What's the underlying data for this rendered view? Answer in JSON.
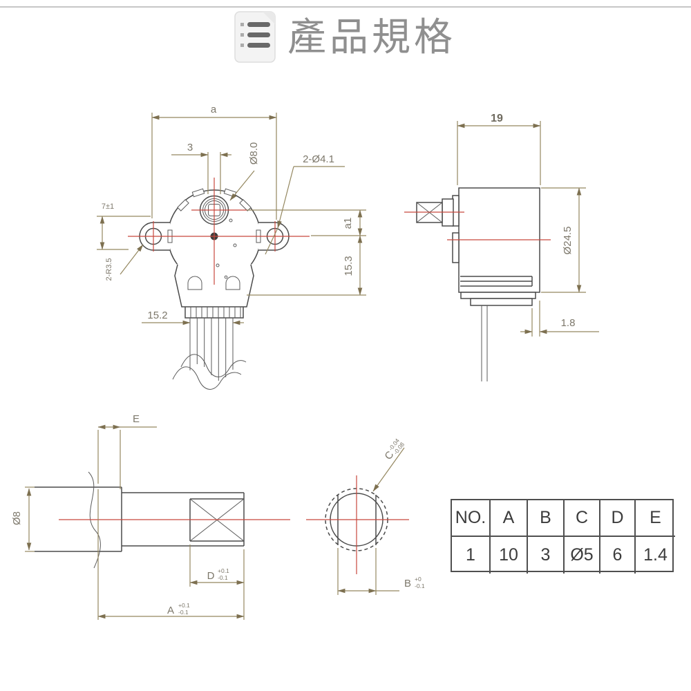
{
  "page": {
    "title": "產品規格"
  },
  "front_view": {
    "dim_width": "a",
    "dim_offset": "3",
    "dim_boss_dia": "Ø8.0",
    "dim_holes": "2-Ø4.1",
    "dim_height_left": "7±1",
    "dim_a1": "a1",
    "dim_body_height": "15.3",
    "dim_cable_width": "15.2",
    "dim_ear_radius": "2-R3.5"
  },
  "side_view": {
    "dim_depth": "19",
    "dim_body_dia": "Ø24.5",
    "dim_plate": "1.8"
  },
  "shaft_detail": {
    "dim_boss_len": "E",
    "dim_boss_dia": "Ø8",
    "dim_flat_len": "D",
    "flat_tol_upper": "+0.1",
    "flat_tol_lower": "-0.1",
    "dim_shaft_len": "A",
    "shaft_tol_upper": "+0.1",
    "shaft_tol_lower": "-0.1"
  },
  "cross_section": {
    "dim_shaft_dia": "C",
    "dia_tol_upper": "-0.04",
    "dia_tol_lower": "-0.08",
    "dim_across_flats": "B",
    "flats_tol_upper": "+0",
    "flats_tol_lower": "-0.1"
  },
  "spec_table": {
    "headers": [
      "NO.",
      "A",
      "B",
      "C",
      "D",
      "E"
    ],
    "rows": [
      [
        "1",
        "10",
        "3",
        "Ø5",
        "6",
        "1.4"
      ]
    ]
  }
}
